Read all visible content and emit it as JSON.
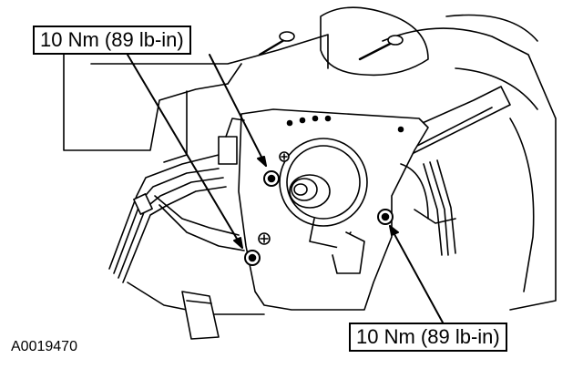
{
  "figure": {
    "id": "A0019470",
    "callouts": [
      {
        "key": "top",
        "text": "10 Nm (89 lb-in)"
      },
      {
        "key": "bottom",
        "text": "10 Nm (89 lb-in)"
      }
    ]
  },
  "colors": {
    "ink": "#000000",
    "paper": "#ffffff"
  },
  "icons": [
    "torque-callout-arrow-icon",
    "bolt-icon",
    "screw-icon"
  ]
}
